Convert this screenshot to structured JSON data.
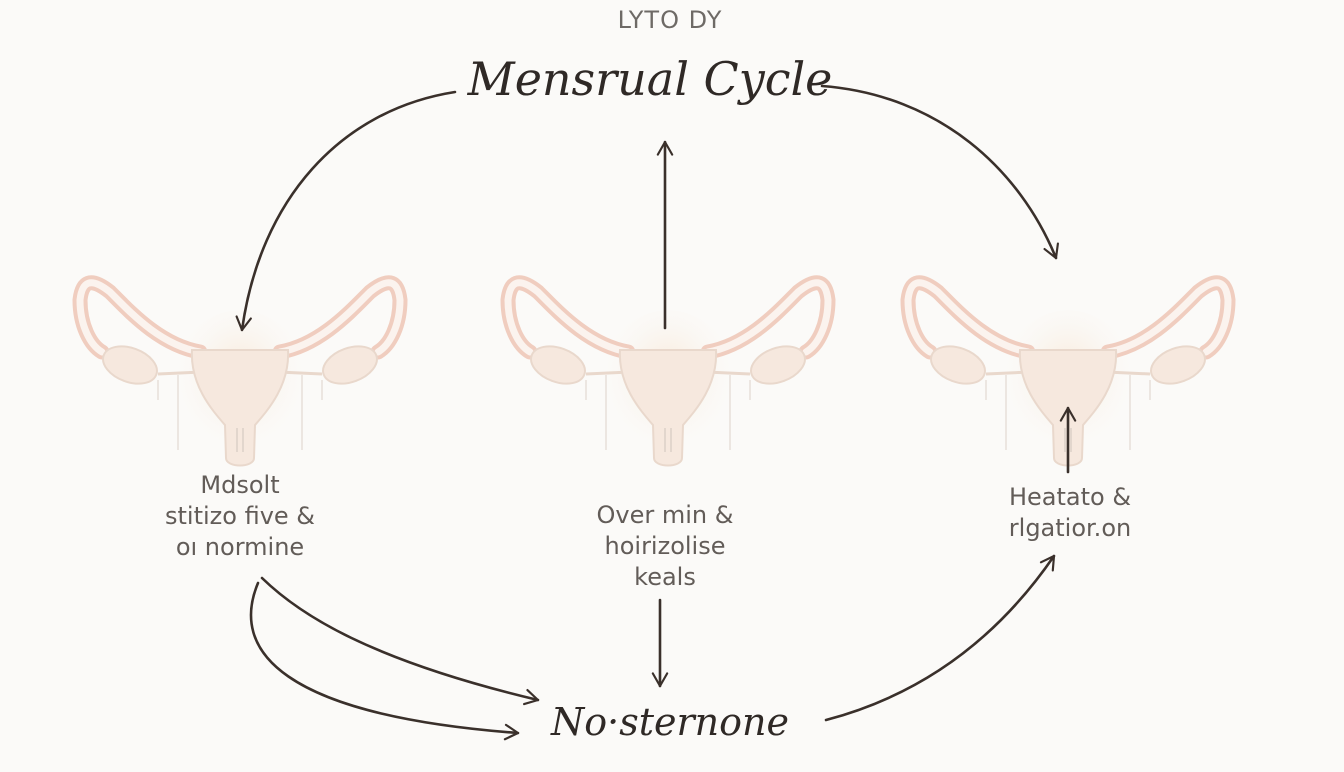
{
  "diagram": {
    "top_label": "LYTO DY",
    "title": "Mensrual Cycle",
    "bottom_label": "No·sternone",
    "nodes": [
      {
        "name": "left",
        "lines": [
          "Mdsolt",
          "stitizo five &",
          "oı normine"
        ]
      },
      {
        "name": "middle",
        "lines": [
          "Over min &",
          "hoirizolise",
          "keals"
        ]
      },
      {
        "name": "right",
        "lines": [
          "Heatato &",
          "rlgatior.on"
        ]
      }
    ],
    "colors": {
      "background": "#fbfaf8",
      "arrow": "#3a302b",
      "organ_fill": "#f6e8de",
      "organ_tube": "#f0cdbf",
      "organ_stroke": "#e9d8cc"
    }
  }
}
